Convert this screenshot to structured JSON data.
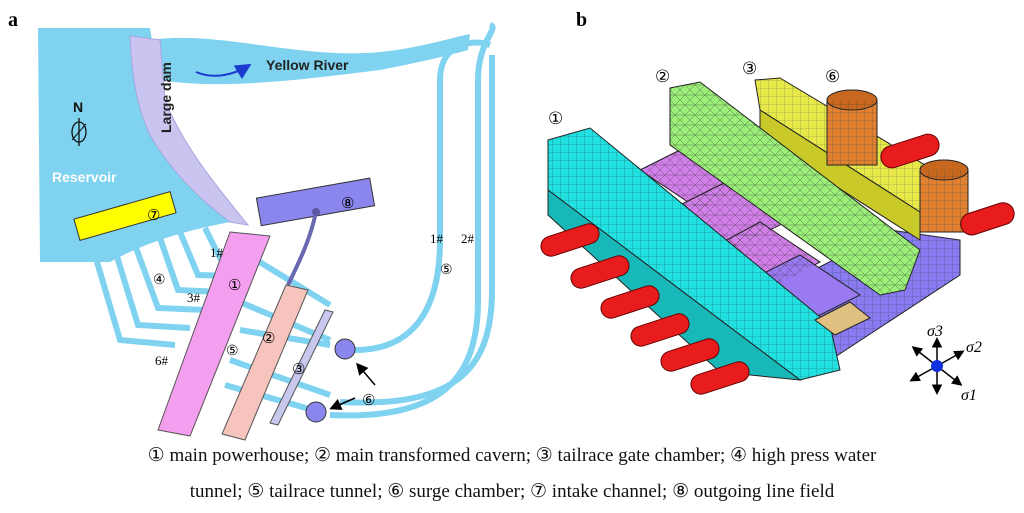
{
  "panel_a": {
    "label": "a",
    "north_label": "N",
    "reservoir": "Reservoir",
    "dam": "Large dam",
    "river": "Yellow River",
    "tunnel_labels": [
      "1#",
      "3#",
      "6#",
      "1#",
      "2#"
    ],
    "markers": {
      "powerhouse": "①",
      "transformer": "②",
      "gate_chamber": "③",
      "high_press": "④",
      "tailrace": "⑤",
      "tailrace_right": "⑤",
      "surge": "⑥",
      "intake": "⑦",
      "outgoing": "⑧"
    }
  },
  "panel_b": {
    "label": "b",
    "markers": [
      "①",
      "②",
      "③",
      "⑥"
    ],
    "stress_labels": [
      "σ3",
      "σ2",
      "σ1"
    ]
  },
  "caption": {
    "line1": "① main powerhouse; ② main transformed cavern; ③ tailrace gate chamber; ④ high press water",
    "line2": "tunnel; ⑤ tailrace tunnel; ⑥ surge chamber;  ⑦  intake channel;  ⑧  outgoing line field"
  },
  "colors": {
    "water": "#7fd3f0",
    "dam": "#c9c5f0",
    "powerhouse": "#f49ef0",
    "transformer": "#f6c3bd",
    "gate": "#c8c8ee",
    "outgoing": "#8a86ee",
    "intake": "#ffff00",
    "mesh_cyan": "#22e0e0",
    "mesh_green": "#9cf07a",
    "mesh_yellow": "#e8e84a",
    "mesh_orange": "#e08030",
    "mesh_red": "#e81c1c",
    "mesh_violet": "#9a7af0"
  }
}
